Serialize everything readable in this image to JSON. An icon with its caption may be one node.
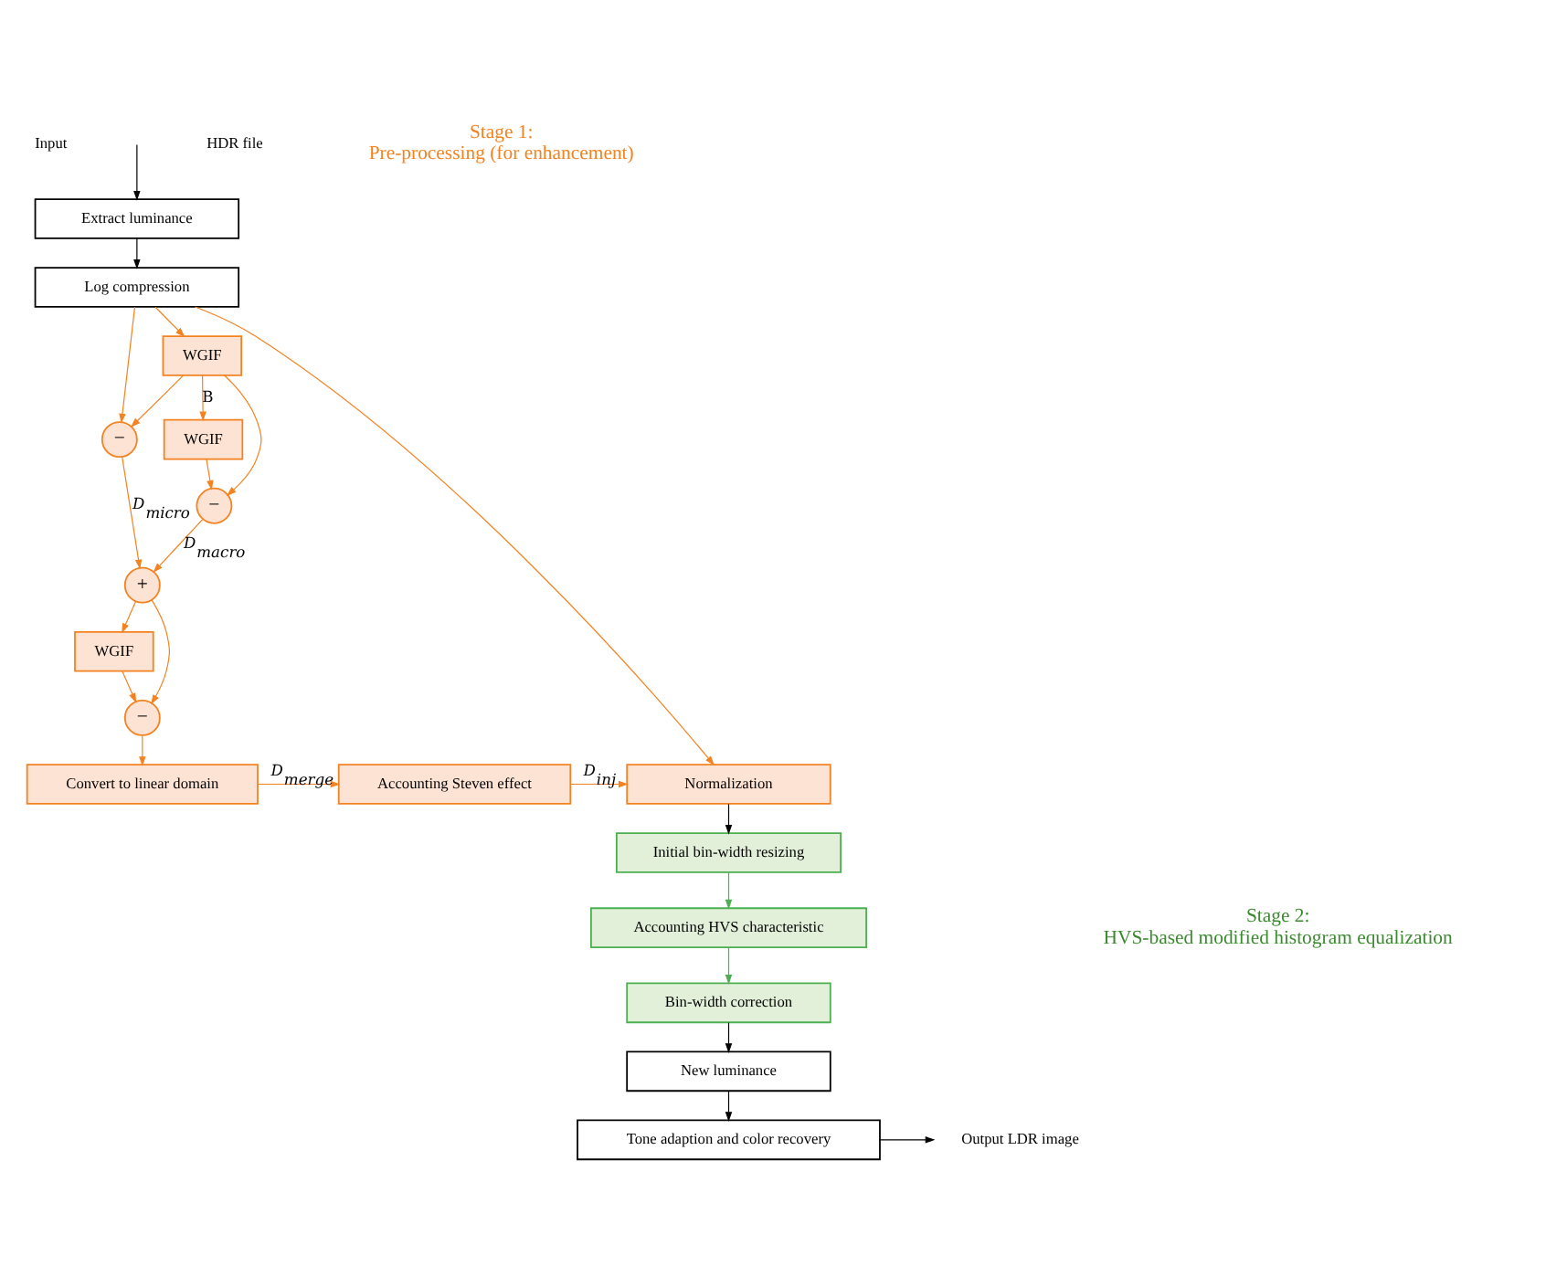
{
  "diagram": {
    "nodes": [
      {
        "text": [
          "Extract luminance"
        ]
      },
      {
        "text": [
          "Log compression"
        ]
      },
      {
        "text": [
          "−"
        ]
      },
      {
        "text": [
          "WGIF"
        ]
      },
      {
        "text": [
          "WGIF"
        ]
      },
      {
        "text": [
          "−"
        ]
      },
      {
        "text": [
          "+"
        ]
      },
      {
        "text": [
          "WGIF"
        ]
      },
      {
        "text": [
          "−"
        ]
      },
      {
        "text": [
          "Convert to linear domain"
        ]
      },
      {
        "text": [
          "Accounting Steven effect"
        ]
      },
      {
        "text": [
          "Normalization"
        ]
      },
      {
        "text": [
          "Initial bin-width resizing"
        ]
      },
      {
        "text": [
          "Accounting HVS characteristic"
        ]
      },
      {
        "text": [
          "Bin-width correction"
        ]
      },
      {
        "text": [
          "New luminance"
        ]
      },
      {
        "text": [
          "Tone adaption and color recovery"
        ]
      },
      {
        "text": [
          "Output LDR image"
        ]
      }
    ],
    "edges": [
      {
        "from": null,
        "to": 0,
        "arrow": "to",
        "color": "#000000"
      },
      {
        "from": 0,
        "to": 1,
        "arrow": "to",
        "color": "#000000"
      },
      {
        "from": 1,
        "to": 2,
        "arrow": "to"
      },
      {
        "from": 1,
        "to": 3,
        "arrow": "to"
      },
      {
        "from": 3,
        "to": 2,
        "arrow": "to"
      },
      {
        "from": 3,
        "to": 4,
        "arrow": "to",
        "label": "B"
      },
      {
        "from": 3,
        "to": 5,
        "arrow": "to"
      },
      {
        "from": 4,
        "to": 5,
        "arrow": "to"
      },
      {
        "from": 2,
        "to": 6,
        "arrow": "to",
        "label": "D$_{micro}$"
      },
      {
        "from": 5,
        "to": 6,
        "arrow": "to",
        "label": "D$_{macro}$"
      },
      {
        "from": 6,
        "to": 7,
        "arrow": "to"
      },
      {
        "from": 6,
        "to": 8,
        "arrow": "to"
      },
      {
        "from": 7,
        "to": 8,
        "arrow": "to"
      },
      {
        "from": 8,
        "to": 9,
        "arrow": "to"
      },
      {
        "from": 9,
        "to": 10,
        "arrow": "to",
        "label": "D$_{merge}$"
      },
      {
        "from": 10,
        "to": 11,
        "arrow": "to",
        "label": "D$_{inj}$"
      },
      {
        "from": 1,
        "to": 11,
        "arrow": "to"
      },
      {
        "from": 11,
        "to": 12,
        "arrow": "to",
        "color": "#000000"
      },
      {
        "from": 12,
        "to": 13,
        "arrow": "to",
        "color": "#4caf50"
      },
      {
        "from": 13,
        "to": 14,
        "arrow": "to",
        "color": "#4caf50"
      },
      {
        "from": 14,
        "to": 15,
        "arrow": "to",
        "color": "#000000"
      },
      {
        "from": 15,
        "to": 16,
        "arrow": "to",
        "color": "#000000"
      },
      {
        "from": 16,
        "to": 17,
        "arrow": "to",
        "color": "#000000"
      }
    ],
    "labels": [
      "Input",
      "HDR file",
      "Stage 1: Pre-processing (for enhancement)",
      "Stage 2: HVS-based modified histogram equalization"
    ]
  }
}
